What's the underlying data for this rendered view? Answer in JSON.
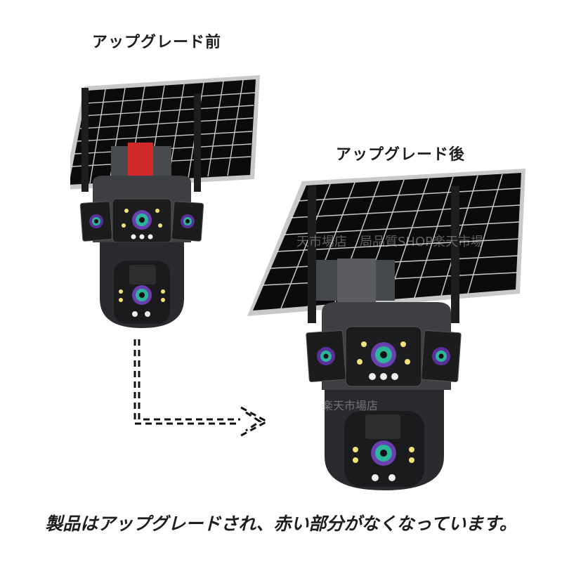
{
  "before": {
    "label": "アップグレード前",
    "highlight_color": "#d22a2a"
  },
  "after": {
    "label": "アップグレード後"
  },
  "caption": "製品はアップグレードされ、赤い部分がなくなっています。",
  "watermarks": {
    "panel": "天市場店　局品質SHOP楽天市場",
    "body": "楽天市場店"
  },
  "icons": {
    "arrow": "dashed-right-arrow",
    "camera": "solar-security-camera"
  },
  "colors": {
    "text": "#1e1e1e",
    "panel_cell": "#0a0a0a",
    "panel_frame": "#c8c8c8",
    "body": "#3a3b3e",
    "lens_ring": "#6a3fb0",
    "led_white": "#f1f1f1",
    "led_yellow": "#f3e27a"
  }
}
